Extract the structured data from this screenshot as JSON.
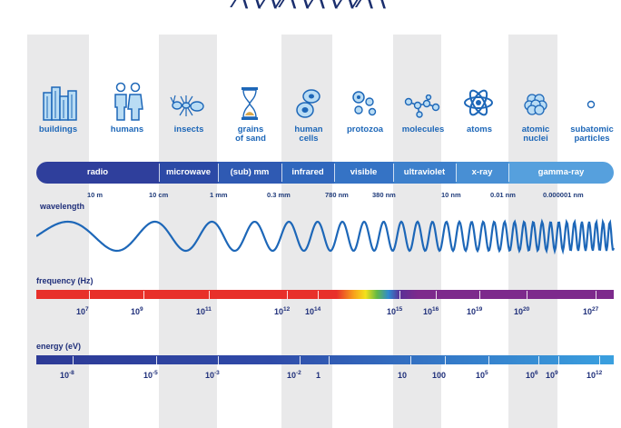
{
  "title_fragment": "∕∖∖∕∖∕∕∖∖∕∖∖∕∖∕∕∖∖",
  "objects": [
    {
      "label": "buildings",
      "icon": "buildings-icon"
    },
    {
      "label": "humans",
      "icon": "humans-icon"
    },
    {
      "label": "insects",
      "icon": "ant-icon"
    },
    {
      "label": "grains\nof sand",
      "icon": "hourglass-icon"
    },
    {
      "label": "human\ncells",
      "icon": "cells-icon"
    },
    {
      "label": "protozoa",
      "icon": "protozoa-icon"
    },
    {
      "label": "molecules",
      "icon": "molecule-icon"
    },
    {
      "label": "atoms",
      "icon": "atom-icon"
    },
    {
      "label": "atomic\nnuclei",
      "icon": "nucleus-icon"
    },
    {
      "label": "subatomic\nparticles",
      "icon": "particle-icon"
    }
  ],
  "bands": [
    {
      "label": "radio",
      "color": "#2f3f9c"
    },
    {
      "label": "microwave",
      "color": "#2c4aa6"
    },
    {
      "label": "(sub) mm",
      "color": "#2f5ab3"
    },
    {
      "label": "infrared",
      "color": "#3067bd"
    },
    {
      "label": "visible",
      "color": "#3573c5"
    },
    {
      "label": "ultraviolet",
      "color": "#3d80cc"
    },
    {
      "label": "x-ray",
      "color": "#488fd4"
    },
    {
      "label": "gamma-ray",
      "color": "#56a0dd"
    }
  ],
  "wavelength": {
    "title": "wavelength",
    "marks": [
      "10 m",
      "10 cm",
      "1 mm",
      "0.3 mm",
      "780 nm",
      "380 nm",
      "10 nm",
      "0.01 nm",
      "0.000001 nm"
    ]
  },
  "frequency": {
    "title": "frequency (Hz)",
    "ticks": [
      {
        "base": "10",
        "exp": "7"
      },
      {
        "base": "10",
        "exp": "9"
      },
      {
        "base": "10",
        "exp": "11"
      },
      {
        "base": "10",
        "exp": "12"
      },
      {
        "base": "10",
        "exp": "14"
      },
      {
        "base": "10",
        "exp": "15"
      },
      {
        "base": "10",
        "exp": "16"
      },
      {
        "base": "10",
        "exp": "19"
      },
      {
        "base": "10",
        "exp": "20"
      },
      {
        "base": "10",
        "exp": "27"
      }
    ],
    "colors": {
      "red": "#e8302a",
      "purple": "#7d2a8c"
    }
  },
  "energy": {
    "title": "energy (eV)",
    "ticks": [
      {
        "base": "10",
        "exp": "-8"
      },
      {
        "base": "10",
        "exp": "-5"
      },
      {
        "base": "10",
        "exp": "-3"
      },
      {
        "base": "10",
        "exp": "-2"
      },
      {
        "base": "1",
        "exp": ""
      },
      {
        "base": "10",
        "exp": ""
      },
      {
        "base": "100",
        "exp": ""
      },
      {
        "base": "10",
        "exp": "5"
      },
      {
        "base": "10",
        "exp": "6"
      },
      {
        "base": "10",
        "exp": "9"
      },
      {
        "base": "10",
        "exp": "12"
      }
    ],
    "colors": {
      "start": "#2d3a96",
      "end": "#3aa0df"
    }
  },
  "accent": "#1d67b8"
}
